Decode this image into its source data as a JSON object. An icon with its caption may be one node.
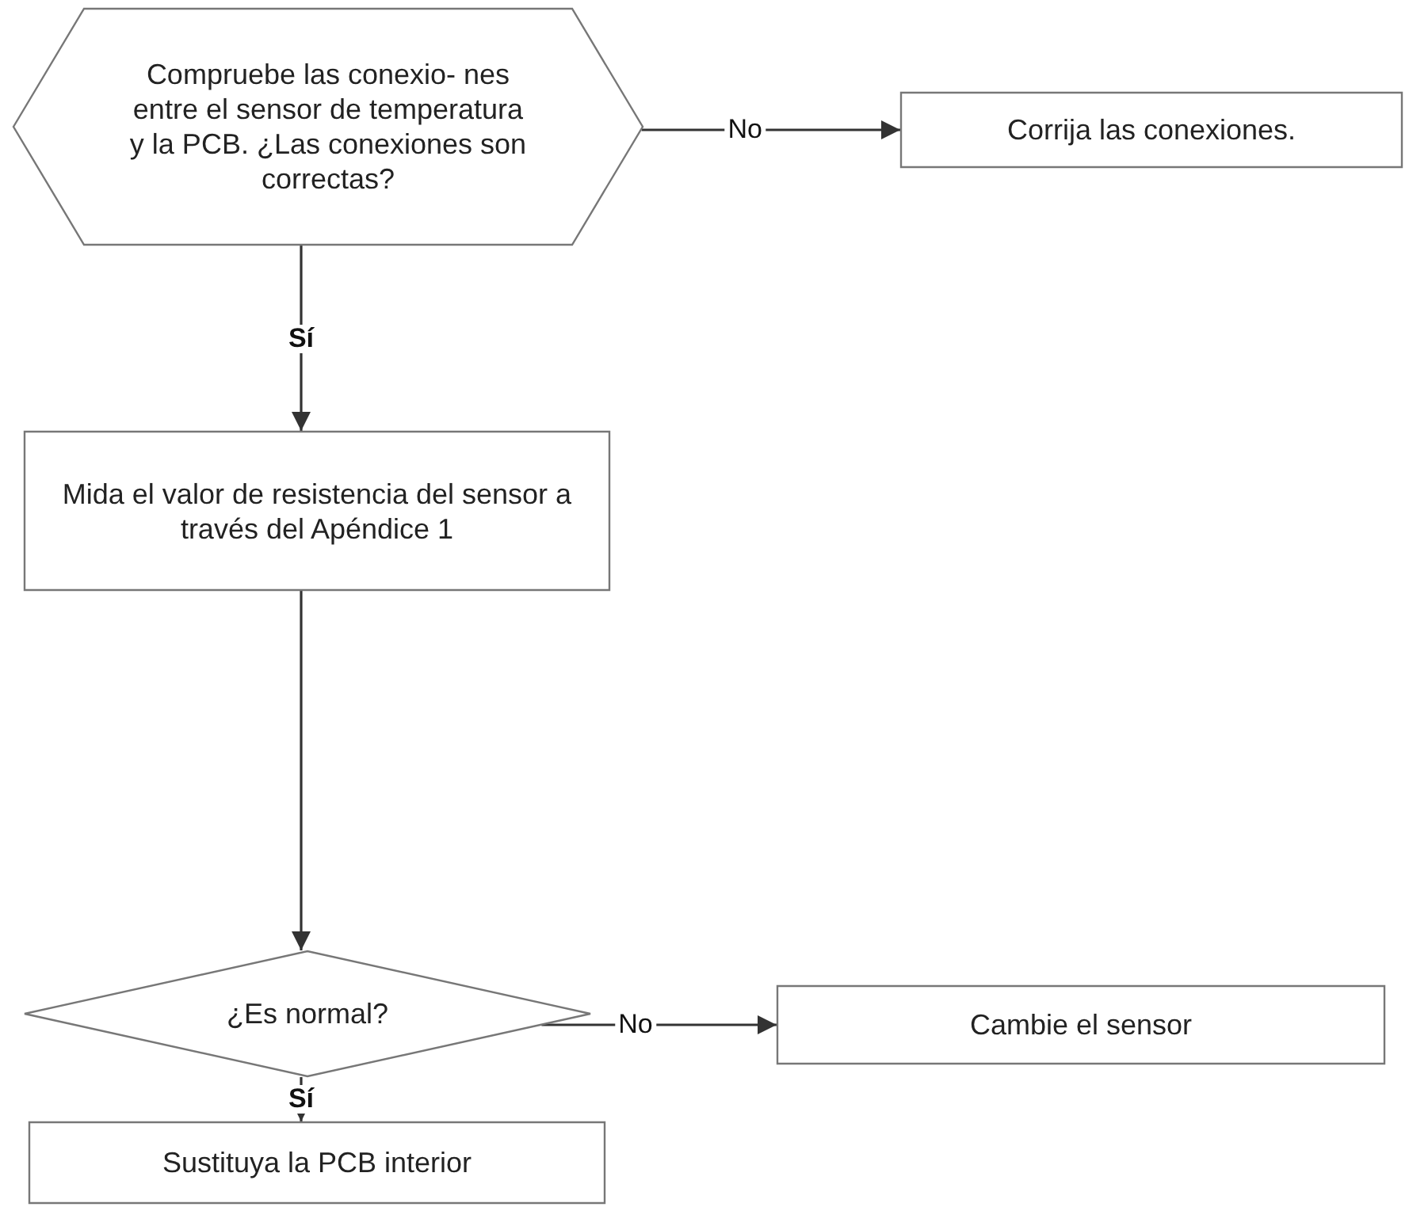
{
  "diagram": {
    "nodes": [
      {
        "text": [
          "Compruebe las conexio- nes entre el sensor de temperatura y la PCB. ¿Las conexiones son correctas?"
        ]
      },
      {
        "text": [
          "Corrija las conexiones."
        ]
      },
      {
        "text": [
          "Mida el valor de resistencia del sensor a través del Apéndice 1"
        ]
      },
      {
        "text": [
          "¿Es normal?"
        ]
      },
      {
        "text": [
          "Cambie el sensor"
        ]
      },
      {
        "text": [
          "Sustituya la PCB interior"
        ]
      }
    ],
    "edges": [
      {
        "from": 0,
        "to": 1,
        "arrow": "to",
        "label": "No"
      },
      {
        "from": 0,
        "to": 2,
        "arrow": "to",
        "label": "Sí"
      },
      {
        "from": 2,
        "to": 3,
        "arrow": "to"
      },
      {
        "from": 3,
        "to": 4,
        "arrow": "to",
        "label": "No"
      },
      {
        "from": 3,
        "to": 5,
        "arrow": "to",
        "label": "Sí"
      }
    ]
  }
}
